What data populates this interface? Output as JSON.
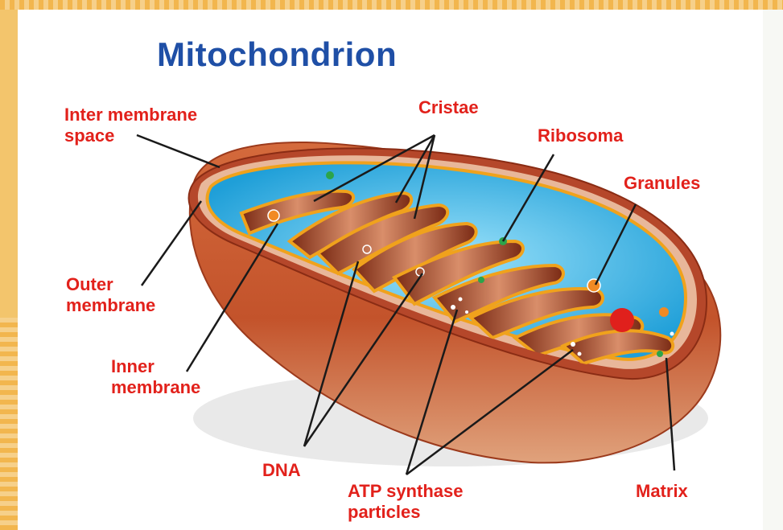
{
  "title": "Mitochondrion",
  "labels": {
    "inter_membrane_space": [
      "Inter membrane",
      "space"
    ],
    "cristae": "Cristae",
    "ribosoma": "Ribosoma",
    "granules": "Granules",
    "outer_membrane": [
      "Outer",
      "membrane"
    ],
    "inner_membrane": [
      "Inner",
      "membrane"
    ],
    "dna": "DNA",
    "atp_synthase_particles": [
      "ATP synthase",
      "particles"
    ],
    "matrix": "Matrix"
  },
  "colors": {
    "title": "#1f4fa6",
    "label": "#e2211b",
    "outer_membrane": "#c9542b",
    "inner_membrane": "#f0a21c",
    "matrix": "#39b6e8"
  }
}
